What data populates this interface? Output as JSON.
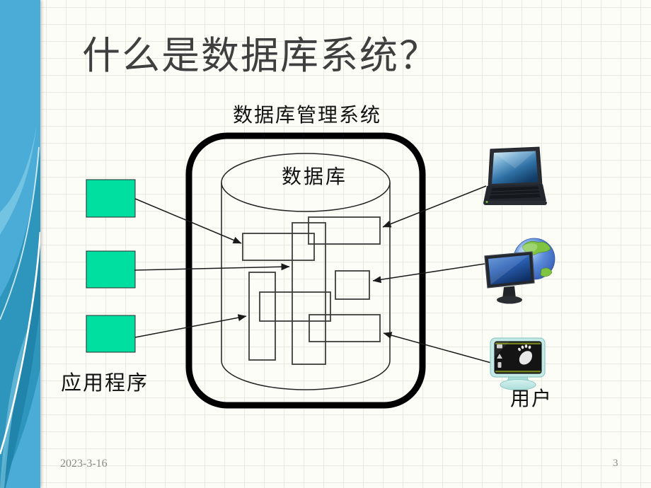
{
  "slide": {
    "title": "什么是数据库系统？",
    "background_color": "#FDFDF8",
    "grid_line_color": "#E8EAE0"
  },
  "sidebar": {
    "base_color": "#4BACD8",
    "swoosh_dark_color": "#2E95BD",
    "swoosh_deep_color": "#1F83A8",
    "swoosh_light_color": "#85CDE8"
  },
  "diagram": {
    "dbms_label": "数据库管理系统",
    "database_label": "数据库",
    "applications_label": "应用程序",
    "users_label": "用户",
    "application_box_count": 3,
    "stored_table_count": 7,
    "device_icons": [
      "laptop-icon",
      "monitor-globe-icon",
      "retro-monitor-icon"
    ],
    "colors": {
      "application_box": "#00DFA0",
      "boundary_outline": "#000000",
      "shape_outline": "#3C3C3C",
      "arrow": "#1A1A1A",
      "laptop_screen_blue": "#2E6FA3",
      "globe_ocean_blue": "#3A67C8",
      "globe_land_green": "#7FC341",
      "retro_monitor_mint": "#C4EAE7"
    }
  },
  "footer": {
    "date": "2023-3-16",
    "page_number": "3"
  }
}
